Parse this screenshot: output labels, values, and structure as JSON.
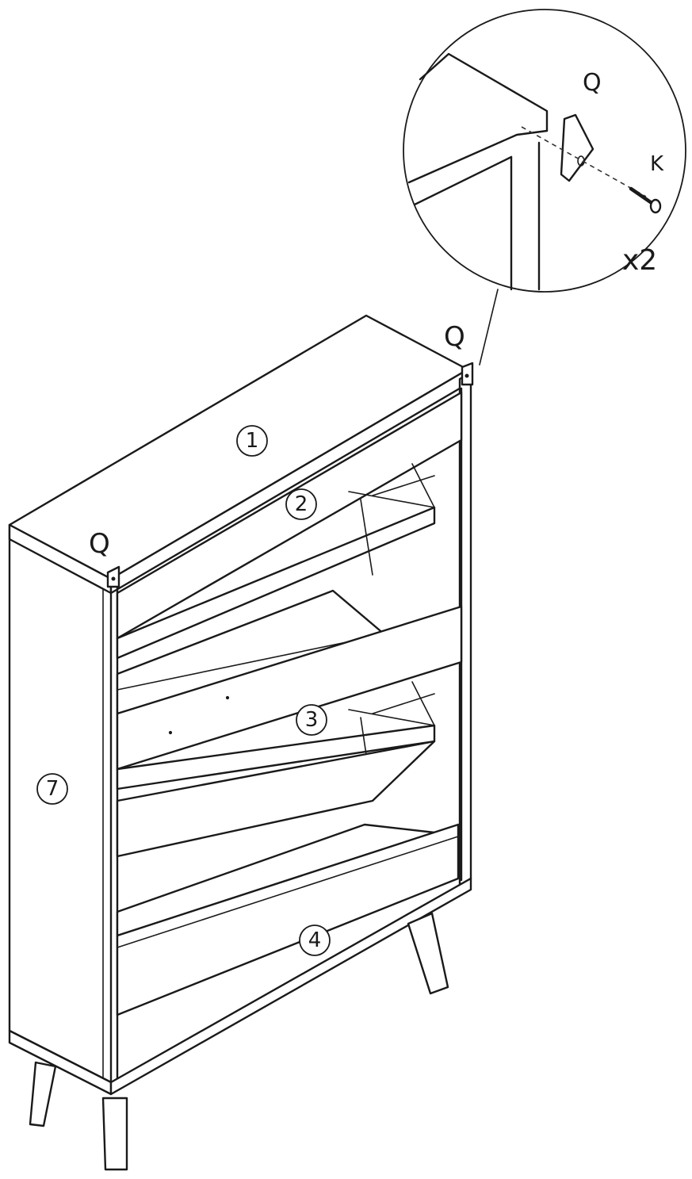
{
  "labels": {
    "q_top_right": "Q",
    "q_top_left": "Q",
    "detail_q": "Q",
    "detail_k": "K",
    "detail_qty": "x2"
  },
  "parts": {
    "part1": "1",
    "part2": "2",
    "part3": "3",
    "part4": "4",
    "part7": "7"
  }
}
